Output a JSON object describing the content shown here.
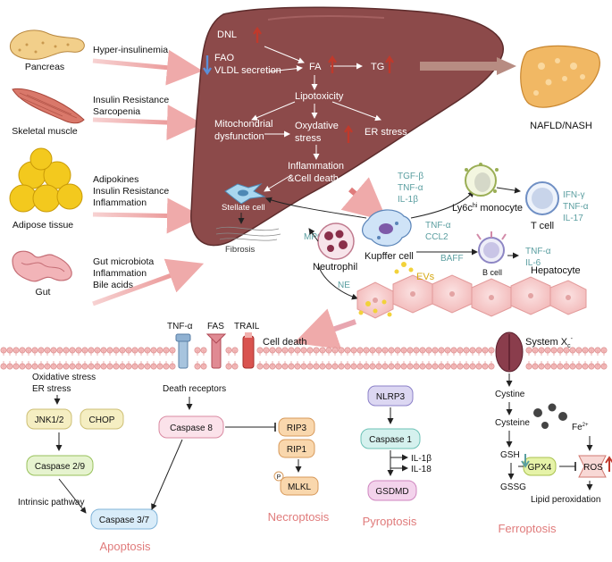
{
  "organs": {
    "pancreas": "Pancreas",
    "skeletal_muscle": "Skeletal muscle",
    "adipose": "Adipose tissue",
    "gut": "Gut"
  },
  "inputs": {
    "pancreas": [
      "Hyper-insulinemia"
    ],
    "muscle": [
      "Insulin Resistance",
      "Sarcopenia"
    ],
    "adipose": [
      "Adipokines",
      "Insulin Resistance",
      "Inflammation"
    ],
    "gut": [
      "Gut microbiota",
      "Inflammation",
      "Bile acids"
    ]
  },
  "liver": {
    "dnl": "DNL",
    "fao": "FAO",
    "vldl": "VLDL secretion",
    "fa": "FA",
    "tg": "TG",
    "lipotoxicity": "Lipotoxicity",
    "mito_1": "Mitochondrial",
    "mito_2": "dysfunction",
    "ox_1": "Oxydative",
    "ox_2": "stress",
    "er": "ER stress",
    "infl_1": "Inflammation",
    "infl_2": "&Cell death",
    "stellate": "Stellate cell",
    "fibrosis": "Fibrosis"
  },
  "outcome": "NAFLD/NASH",
  "immune": {
    "kupffer": "Kupffer cell",
    "kupffer_factors_1": [
      "TGF-β",
      "TNF-α",
      "IL-1β"
    ],
    "kupffer_factors_2": [
      "TNF-α",
      "CCL2"
    ],
    "monocyte_pre": "Ly6c",
    "monocyte_sup": "hi",
    "monocyte_post": " monocyte",
    "tcell": "T cell",
    "tcell_factors": [
      "IFN-γ",
      "TNF-α",
      "IL-17"
    ],
    "bcell": "B cell",
    "bcell_factors": [
      "TNF-α",
      "IL-6"
    ],
    "baff": "BAFF",
    "neutrophil": "Neutrophil",
    "mpo": "MPO",
    "ne": "NE",
    "evs": "EVs",
    "hepatocyte": "Hepatocyte"
  },
  "membrane": {
    "tnf": "TNF-α",
    "fas": "FAS",
    "trail": "TRAIL",
    "cell_death": "Cell death",
    "system_x": "System X",
    "system_x_sub": "c",
    "system_x_sup": "-"
  },
  "apoptosis": {
    "ox_stress": "Oxidative stress",
    "er_stress": "ER stress",
    "jnk": "JNK1/2",
    "chop": "CHOP",
    "casp29": "Caspase 2/9",
    "intrinsic": "Intrinsic pathway",
    "casp37": "Caspase 3/7",
    "title": "Apoptosis"
  },
  "necroptosis": {
    "death_receptors": "Death receptors",
    "casp8": "Caspase 8",
    "rip3": "RIP3",
    "rip1": "RIP1",
    "p": "P",
    "mlkl": "MLKL",
    "title": "Necroptosis"
  },
  "pyroptosis": {
    "nlrp3": "NLRP3",
    "casp1": "Caspase 1",
    "il1b": "IL-1β",
    "il18": "IL-18",
    "gsdmd": "GSDMD",
    "title": "Pyroptosis"
  },
  "ferroptosis": {
    "cystine": "Cystine",
    "cysteine": "Cysteine",
    "gsh": "GSH",
    "gssg": "GSSG",
    "gpx4": "GPX4",
    "ros": "ROS",
    "fe": "Fe",
    "fe_sup": "2+",
    "lipid": "Lipid peroxidation",
    "title": "Ferroptosis"
  },
  "colors": {
    "liver": "#8c4a4a",
    "up_arrow": "#c0392b",
    "down_arrow": "#5b8fd8",
    "teal_text": "#5a9ea0",
    "pink_title": "#e07b7b",
    "pink_arrow": "#efaaaa"
  }
}
